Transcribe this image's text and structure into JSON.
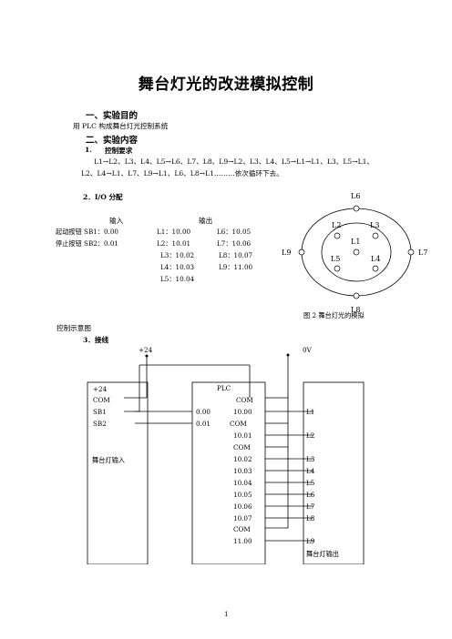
{
  "title": "舞台灯光的改进模拟控制",
  "section1": {
    "heading": "一、实验目的",
    "text": "用 PLC 构成舞台灯光控制系统"
  },
  "section2": {
    "heading": "二、实验内容",
    "item1_num": "1.",
    "item1_title": "控制要求",
    "req_line1": "L1→L2、L3、L4、L5→L6、L7、L8、L9→L2、L3、L4、L5→L1→L1、L3、L5→L1、",
    "req_line2": "L2、L4→L1、L7、L9→L1、L6、L8→L1………依次循环下去。",
    "item2_title": "2．I/O 分配"
  },
  "io": {
    "input_header": "输入",
    "output_header": "输出",
    "inputs": [
      "起动按钮 SB1：0.00",
      "停止按钮 SB2：0.01"
    ],
    "outputs_left": [
      "L1：10.00",
      "L2：10.01",
      "L3：10.02",
      "L4：10.03",
      "L5：10.04"
    ],
    "outputs_right": [
      "L6：10.05",
      "L7：10.06",
      "L8：10.07",
      "L9：11.00"
    ]
  },
  "figure2": {
    "caption": "图 2  舞台灯光的模拟",
    "labels": [
      "L1",
      "L2",
      "L3",
      "L4",
      "L5",
      "L6",
      "L7",
      "L8",
      "L9"
    ]
  },
  "control_caption": "控制示意图",
  "wiring": {
    "heading": "3．接线",
    "plus24_top": "+24",
    "zero_v": "0V",
    "input_box": {
      "lines": [
        "+24",
        "COM",
        "SB1",
        "SB2"
      ],
      "label": "舞台灯输入"
    },
    "plc": {
      "title": "PLC",
      "left": [
        "0.00",
        "0.01"
      ],
      "right": [
        "COM",
        "10.00",
        "COM",
        "10.01",
        "COM",
        "10.02",
        "10.03",
        "10.04",
        "10.05",
        "10.06",
        "10.07",
        "COM",
        "11.00"
      ]
    },
    "output_box": {
      "lines": [
        "L1",
        "L2",
        "L3",
        "L4",
        "L5",
        "L6",
        "L7",
        "L8",
        "L9"
      ],
      "label": "舞台灯输出"
    }
  },
  "page_number": "1"
}
